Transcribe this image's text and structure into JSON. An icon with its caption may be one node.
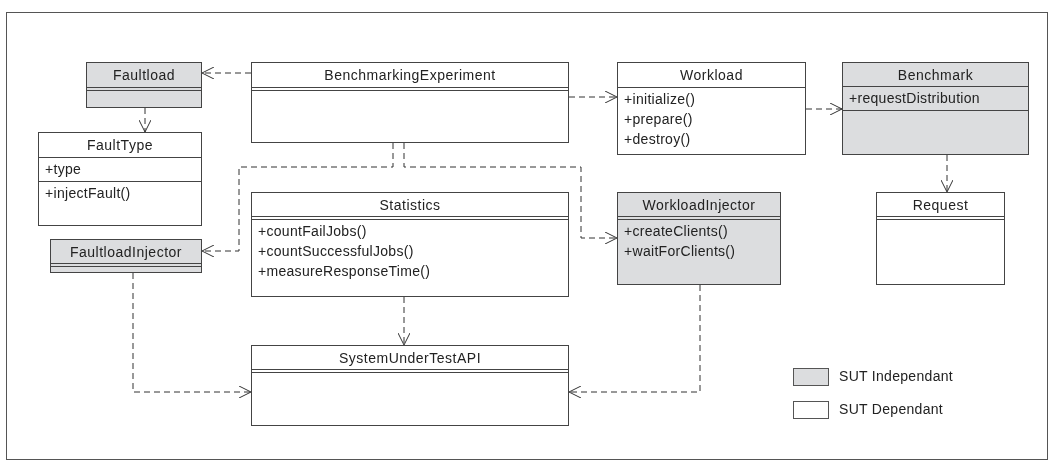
{
  "diagram": {
    "nodes": [
      {
        "text": [
          "Faultload"
        ]
      },
      {
        "text": [
          "BenchmarkingExperiment"
        ]
      },
      {
        "text": [
          "Workload",
          "+initialize()",
          "+prepare()",
          "+destroy()"
        ]
      },
      {
        "text": [
          "Benchmark",
          "+requestDistribution"
        ]
      },
      {
        "text": [
          "FaultType",
          "+type",
          "+injectFault()"
        ]
      },
      {
        "text": [
          "FaultloadInjector"
        ]
      },
      {
        "text": [
          "Statistics",
          "+countFailJobs()",
          "+countSuccessfulJobs()",
          "+measureResponseTime()"
        ]
      },
      {
        "text": [
          "WorkloadInjector",
          "+createClients()",
          "+waitForClients()"
        ]
      },
      {
        "text": [
          "Request"
        ]
      },
      {
        "text": [
          "SystemUnderTestAPI"
        ]
      }
    ],
    "edges": [
      {
        "from": 1,
        "to": 0,
        "arrow": "to",
        "style": "dashed"
      },
      {
        "from": 0,
        "to": 4,
        "arrow": "to",
        "style": "dashed"
      },
      {
        "from": 1,
        "to": 2,
        "arrow": "to",
        "style": "dashed"
      },
      {
        "from": 2,
        "to": 3,
        "arrow": "to",
        "style": "dashed"
      },
      {
        "from": 1,
        "to": 5,
        "arrow": "to",
        "style": "dashed"
      },
      {
        "from": 1,
        "to": 7,
        "arrow": "to",
        "style": "dashed"
      },
      {
        "from": 6,
        "to": 9,
        "arrow": "to",
        "style": "dashed"
      },
      {
        "from": 3,
        "to": 8,
        "arrow": "to",
        "style": "dashed"
      },
      {
        "from": 5,
        "to": 9,
        "arrow": "to",
        "style": "dashed"
      },
      {
        "from": 7,
        "to": 9,
        "arrow": "to",
        "style": "dashed"
      }
    ],
    "legend": [
      {
        "text": "SUT Independant",
        "color": "#dcdddf"
      },
      {
        "text": "SUT Dependant",
        "color": "#ffffff"
      }
    ]
  }
}
